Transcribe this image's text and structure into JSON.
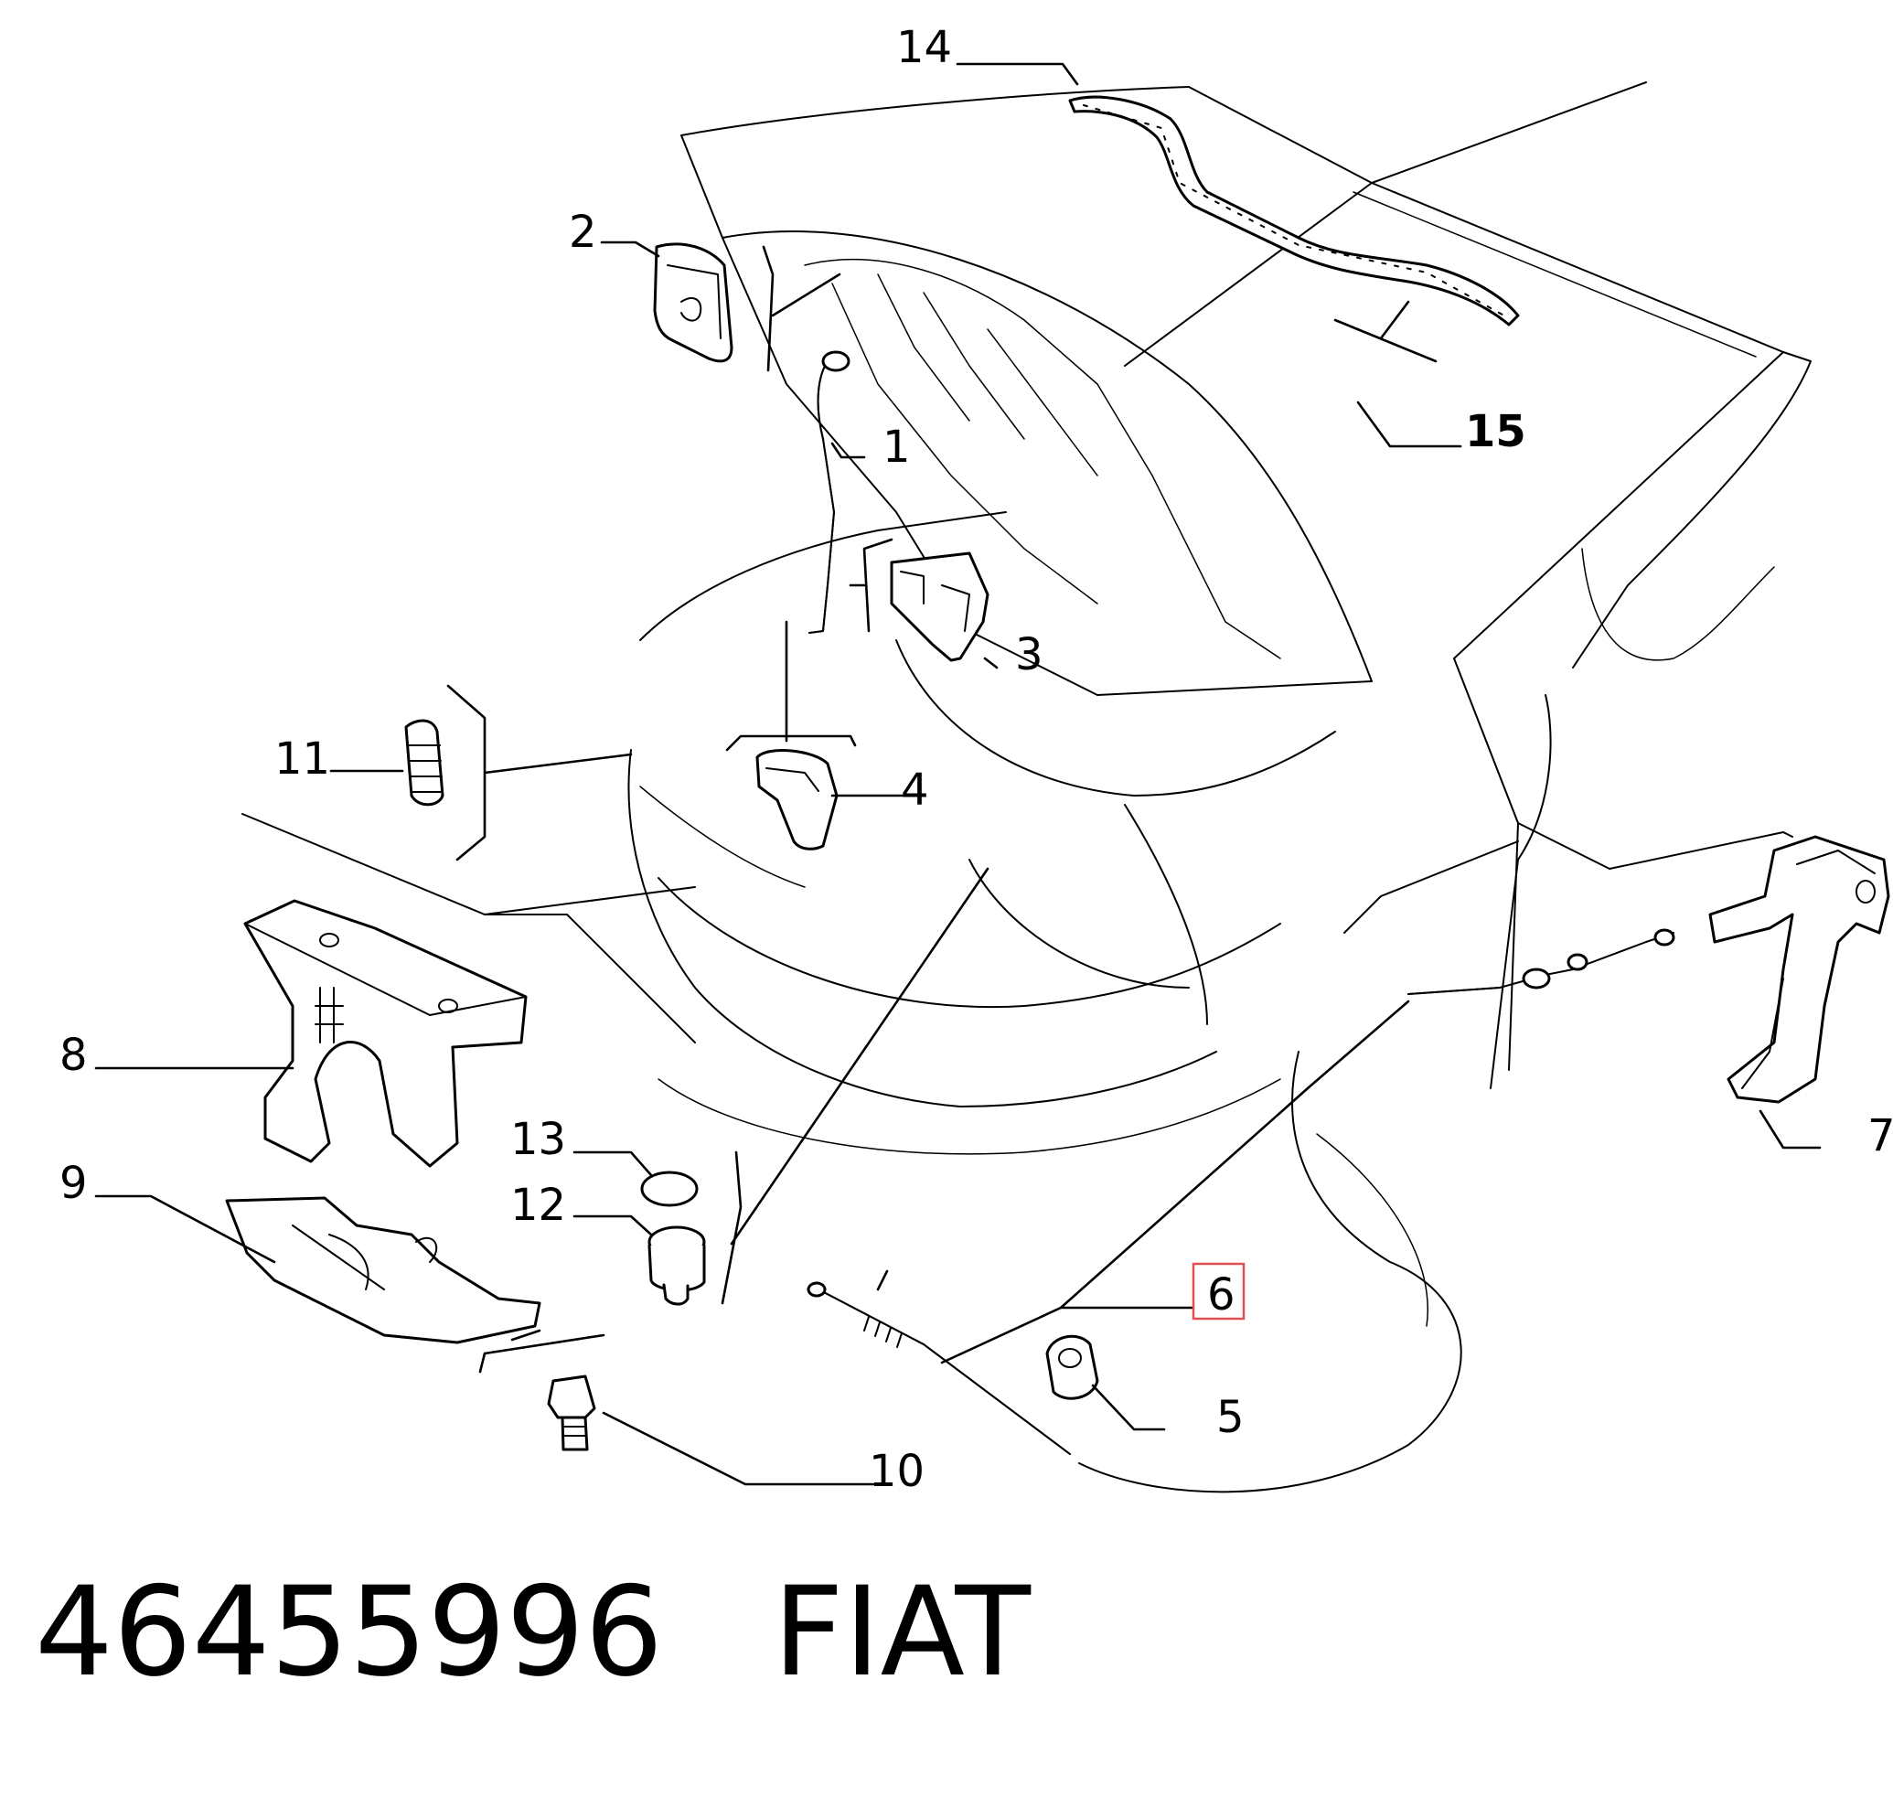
{
  "callouts": {
    "c1": "1",
    "c2": "2",
    "c3": "3",
    "c4": "4",
    "c5": "5",
    "c6": "6",
    "c7": "7",
    "c8": "8",
    "c9": "9",
    "c10": "10",
    "c11": "11",
    "c12": "12",
    "c13": "13",
    "c14": "14",
    "c15": "15"
  },
  "highlighted_callout": "6",
  "caption": {
    "part_number": "46455996",
    "brand": "FIAT"
  },
  "colors": {
    "line": "#000000",
    "background": "#ffffff",
    "highlight_box": "#e05050"
  }
}
